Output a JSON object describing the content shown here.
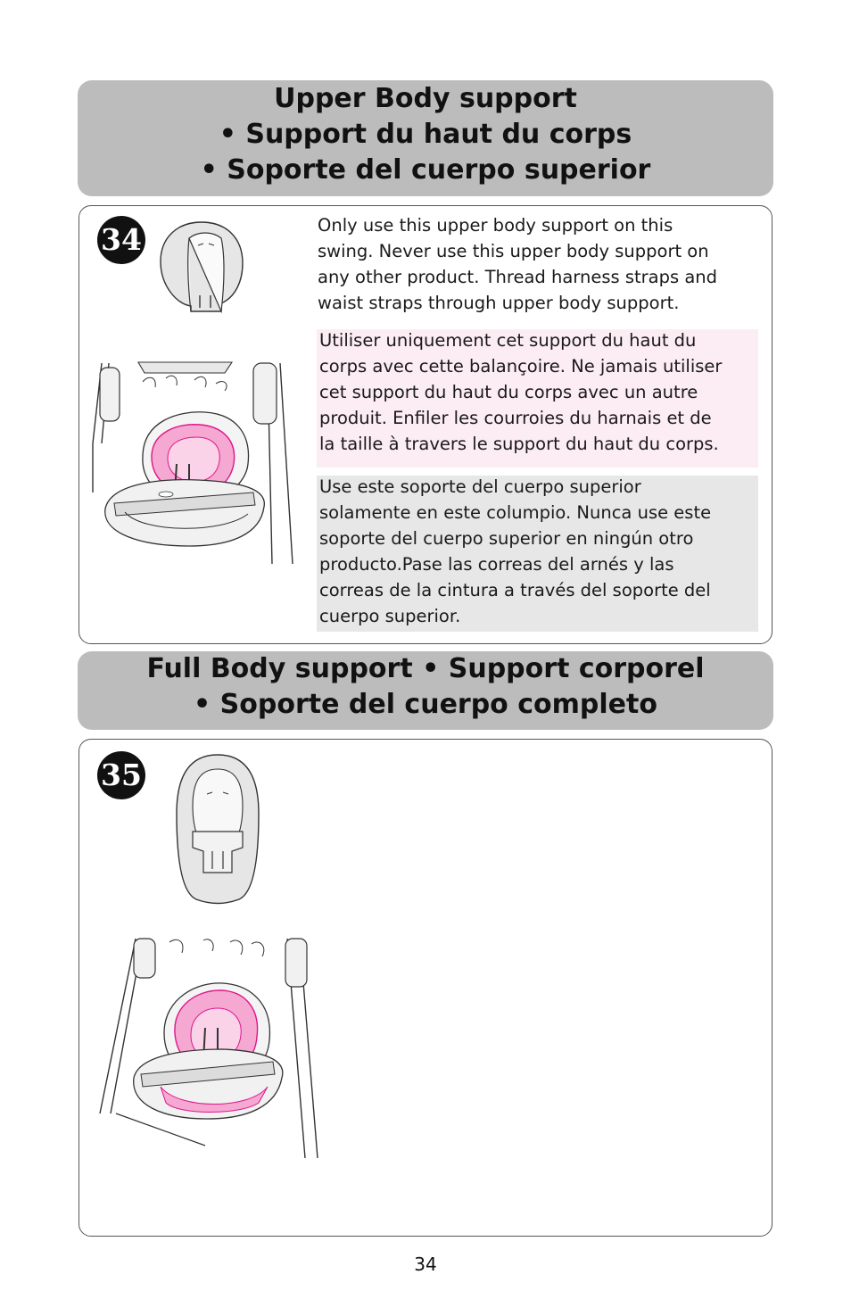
{
  "section1": {
    "title_lines": [
      "Upper Body support",
      "• Support du haut du corps",
      "•  Soporte del cuerpo superior"
    ]
  },
  "step34": {
    "number": "34",
    "en_lines": [
      "Only use this upper body support on this",
      "swing. Never use this upper body support on",
      "any other product. Thread harness straps and",
      "waist straps through upper body support."
    ],
    "fr_lines": [
      "Utiliser uniquement cet support du haut du",
      "corps avec cette balançoire. Ne jamais utiliser",
      "cet support du haut du corps avec un autre",
      "produit. Enfiler les courroies du harnais et de",
      "la taille à travers le support du haut du corps."
    ],
    "es_lines": [
      "Use este soporte del cuerpo superior",
      "solamente en este columpio. Nunca use este",
      "soporte del cuerpo superior en ningún otro",
      "producto.Pase las correas del arnés y las",
      "correas de la cintura a través del soporte del",
      "cuerpo superior."
    ]
  },
  "section2": {
    "title_lines": [
      "Full Body support •  Support corporel",
      "•  Soporte del cuerpo completo"
    ]
  },
  "step35": {
    "number": "35"
  },
  "page_number": "34",
  "colors": {
    "header_bg": "#bcbcbc",
    "french_box": "#fcecf4",
    "spanish_box": "#e7e7e7",
    "pink_accent": "#e0158a"
  }
}
